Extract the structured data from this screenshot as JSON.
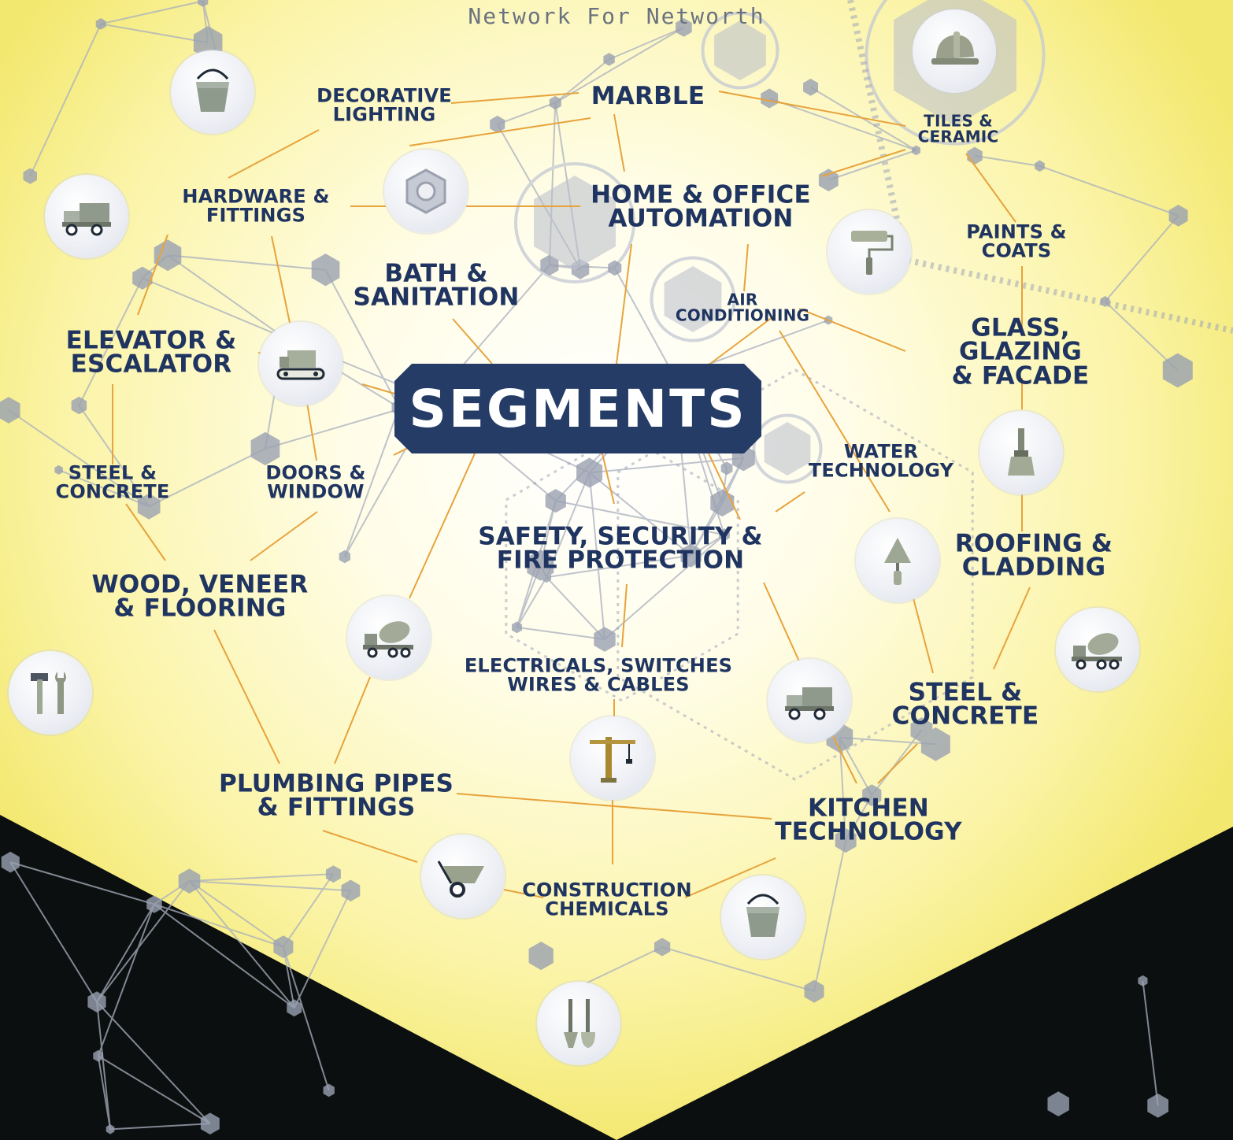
{
  "header": {
    "tagline": "Network For Networth"
  },
  "center": {
    "title": "SEGMENTS"
  },
  "colors": {
    "background": "#0b0f10",
    "glow_inner": "#ffffff",
    "glow_outer": "#f7ef8a",
    "label": "#1f3460",
    "center_box": "#253c66",
    "connector": "#e7a33c",
    "network": "#a9afbd"
  },
  "segments": [
    {
      "id": "marble",
      "label": "MARBLE"
    },
    {
      "id": "decorative-lighting",
      "label": "DECORATIVE\nLIGHTING"
    },
    {
      "id": "tiles-ceramic",
      "label": "TILES &\nCERAMIC"
    },
    {
      "id": "hardware-fittings",
      "label": "HARDWARE &\nFITTINGS"
    },
    {
      "id": "home-office-automation",
      "label": "HOME & OFFICE\nAUTOMATION"
    },
    {
      "id": "paints-coats",
      "label": "PAINTS &\nCOATS"
    },
    {
      "id": "bath-sanitation",
      "label": "BATH &\nSANITATION"
    },
    {
      "id": "air-conditioning",
      "label": "AIR\nCONDITIONING"
    },
    {
      "id": "elevator-escalator",
      "label": "ELEVATOR &\nESCALATOR"
    },
    {
      "id": "glass-glazing-facade",
      "label": "GLASS, GLAZING\n& FACADE"
    },
    {
      "id": "steel-concrete-left",
      "label": "STEEL &\nCONCRETE"
    },
    {
      "id": "doors-window",
      "label": "DOORS &\nWINDOW"
    },
    {
      "id": "water-technology",
      "label": "WATER\nTECHNOLOGY"
    },
    {
      "id": "safety-security-fire",
      "label": "SAFETY, SECURITY &\nFIRE PROTECTION"
    },
    {
      "id": "roofing-cladding",
      "label": "ROOFING &\nCLADDING"
    },
    {
      "id": "wood-veneer-flooring",
      "label": "WOOD, VENEER\n& FLOORING"
    },
    {
      "id": "electricals-switches",
      "label": "ELECTRICALS, SWITCHES\nWIRES & CABLES"
    },
    {
      "id": "steel-concrete-right",
      "label": "STEEL &\nCONCRETE"
    },
    {
      "id": "plumbing-pipes",
      "label": "PLUMBING PIPES\n& FITTINGS"
    },
    {
      "id": "kitchen-technology",
      "label": "KITCHEN\nTECHNOLOGY"
    },
    {
      "id": "construction-chemicals",
      "label": "CONSTRUCTION\nCHEMICALS"
    }
  ],
  "icons": [
    {
      "id": "bucket-1",
      "icon": "bucket-icon"
    },
    {
      "id": "hard-hat",
      "icon": "hard-hat-icon"
    },
    {
      "id": "nut",
      "icon": "hex-nut-icon"
    },
    {
      "id": "dump-truck-1",
      "icon": "dump-truck-icon"
    },
    {
      "id": "paint-roller",
      "icon": "paint-roller-icon"
    },
    {
      "id": "bulldozer",
      "icon": "bulldozer-icon"
    },
    {
      "id": "paint-brush",
      "icon": "paint-brush-icon"
    },
    {
      "id": "trowel",
      "icon": "trowel-icon"
    },
    {
      "id": "mixer-truck-1",
      "icon": "concrete-mixer-truck-icon"
    },
    {
      "id": "mixer-truck-2",
      "icon": "concrete-mixer-truck-icon"
    },
    {
      "id": "tools",
      "icon": "hammer-wrench-icon"
    },
    {
      "id": "dump-truck-2",
      "icon": "dump-truck-icon"
    },
    {
      "id": "crane",
      "icon": "tower-crane-icon"
    },
    {
      "id": "wheelbarrow",
      "icon": "wheelbarrow-icon"
    },
    {
      "id": "bucket-2",
      "icon": "bucket-icon"
    },
    {
      "id": "shovels",
      "icon": "shovel-spade-icon"
    }
  ]
}
